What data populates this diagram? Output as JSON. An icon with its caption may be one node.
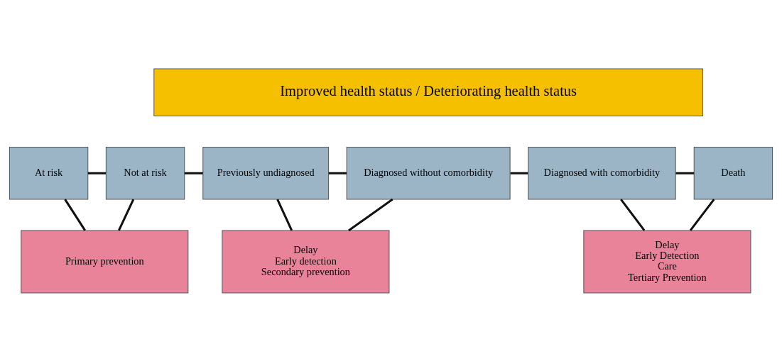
{
  "diagram": {
    "nodes": [
      {
        "text": [
          "Improved health status / Deteriorating health status"
        ]
      },
      {
        "text": [
          "At risk"
        ]
      },
      {
        "text": [
          "Not at risk"
        ]
      },
      {
        "text": [
          "Previously undiagnosed"
        ]
      },
      {
        "text": [
          "Diagnosed without comorbidity"
        ]
      },
      {
        "text": [
          "Diagnosed with comorbidity"
        ]
      },
      {
        "text": [
          "Death"
        ]
      },
      {
        "text": [
          "Primary prevention"
        ]
      },
      {
        "text": [
          "Delay",
          "Early detection",
          "Secondary prevention"
        ]
      },
      {
        "text": [
          "Delay",
          "Early Detection",
          "Care",
          "Tertiary Prevention"
        ]
      }
    ],
    "edges": [
      {
        "from": 1,
        "to": 2,
        "arrow": "none"
      },
      {
        "from": 2,
        "to": 3,
        "arrow": "none"
      },
      {
        "from": 3,
        "to": 4,
        "arrow": "none"
      },
      {
        "from": 4,
        "to": 5,
        "arrow": "none"
      },
      {
        "from": 5,
        "to": 6,
        "arrow": "none"
      },
      {
        "from": 1,
        "to": 7,
        "arrow": "none"
      },
      {
        "from": 2,
        "to": 7,
        "arrow": "none"
      },
      {
        "from": 3,
        "to": 8,
        "arrow": "none"
      },
      {
        "from": 4,
        "to": 8,
        "arrow": "none"
      },
      {
        "from": 5,
        "to": 9,
        "arrow": "none"
      },
      {
        "from": 6,
        "to": 9,
        "arrow": "none"
      }
    ]
  }
}
